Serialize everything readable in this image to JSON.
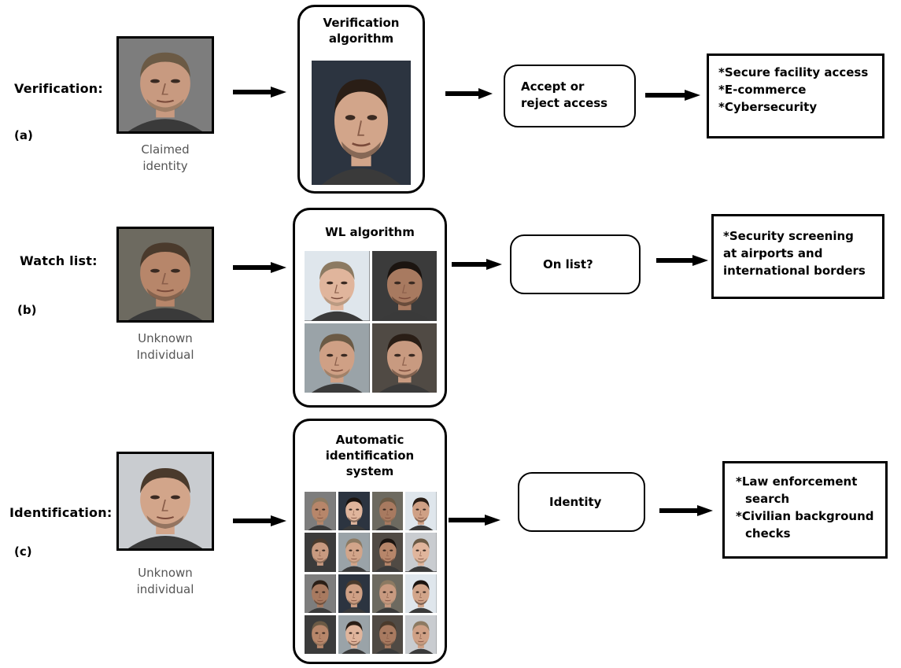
{
  "rows": [
    {
      "id": "a",
      "label": "Verification:",
      "tag": "(a)",
      "caption_line1": "Claimed",
      "caption_line2": "identity",
      "algo_line1": "Verification",
      "algo_line2": "algorithm",
      "outcome_line1": "Accept or",
      "outcome_line2": "reject access",
      "apps": [
        "*Secure facility access",
        "*E-commerce",
        "*Cybersecurity"
      ]
    },
    {
      "id": "b",
      "label": "Watch list:",
      "tag": "(b)",
      "caption_line1": "Unknown",
      "caption_line2": "Individual",
      "algo_line1": "WL algorithm",
      "outcome_line1": "On list?",
      "apps": [
        "*Security screening",
        "at airports and",
        "international borders"
      ]
    },
    {
      "id": "c",
      "label": "Identification:",
      "tag": "(c)",
      "caption_line1": "Unknown",
      "caption_line2": "individual",
      "algo_line1": "Automatic",
      "algo_line2": "identification",
      "algo_line3": "system",
      "outcome_line1": "Identity",
      "apps": [
        "*Law enforcement",
        "search",
        "*Civilian background",
        "checks"
      ]
    }
  ],
  "colors": {
    "stroke": "#000000",
    "caption": "#555555",
    "photo_bg": "#7a7a7a",
    "skin": "#c89a80"
  }
}
